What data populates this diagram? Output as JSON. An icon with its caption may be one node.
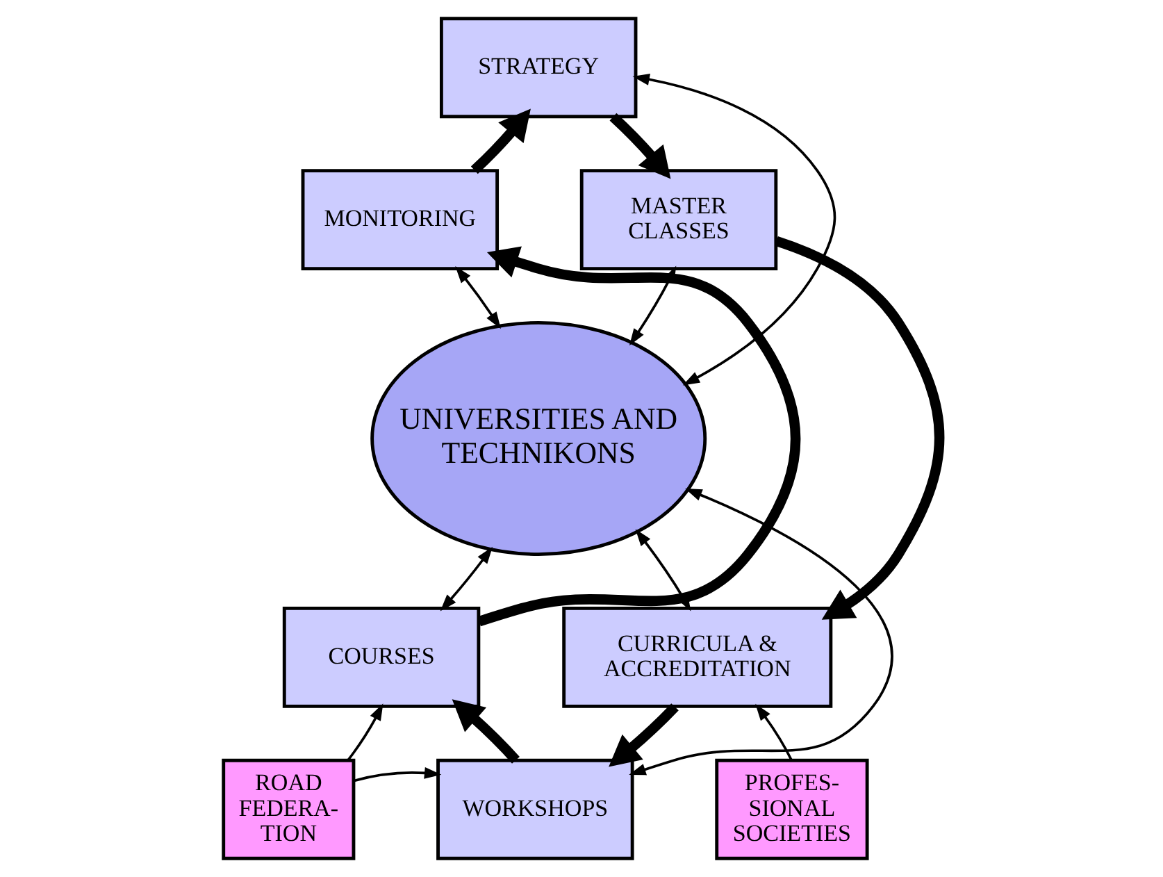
{
  "diagram": {
    "nodes": [
      {
        "text": [
          "STRATEGY"
        ]
      },
      {
        "text": [
          "MONITORING"
        ]
      },
      {
        "text": [
          "MASTER CLASSES"
        ]
      },
      {
        "text": [
          "UNIVERSITIES AND TECHNIKONS"
        ]
      },
      {
        "text": [
          "COURSES"
        ]
      },
      {
        "text": [
          "CURRICULA & ACCREDITATION"
        ]
      },
      {
        "text": [
          "ROAD FEDERA- TION"
        ]
      },
      {
        "text": [
          "WORKSHOPS"
        ]
      },
      {
        "text": [
          "PROFES- SIONAL SOCIETIES"
        ]
      }
    ],
    "edges": [
      {
        "from": 1,
        "to": 0,
        "arrow": "to",
        "style": "thick"
      },
      {
        "from": 0,
        "to": 2,
        "arrow": "to",
        "style": "thick"
      },
      {
        "from": 2,
        "to": 5,
        "arrow": "to",
        "style": "thick"
      },
      {
        "from": 5,
        "to": 7,
        "arrow": "to",
        "style": "thick"
      },
      {
        "from": 7,
        "to": 4,
        "arrow": "to",
        "style": "thick"
      },
      {
        "from": 4,
        "to": 1,
        "arrow": "to",
        "style": "thick"
      },
      {
        "from": 3,
        "to": 0,
        "arrow": "both"
      },
      {
        "from": 3,
        "to": 1,
        "arrow": "both"
      },
      {
        "from": 3,
        "to": 2,
        "arrow": "both"
      },
      {
        "from": 3,
        "to": 4,
        "arrow": "both"
      },
      {
        "from": 3,
        "to": 5,
        "arrow": "both"
      },
      {
        "from": 3,
        "to": 7,
        "arrow": "both"
      },
      {
        "from": 6,
        "to": 4,
        "arrow": "to"
      },
      {
        "from": 6,
        "to": 7,
        "arrow": "to"
      },
      {
        "from": 8,
        "to": 5,
        "arrow": "to"
      }
    ]
  }
}
